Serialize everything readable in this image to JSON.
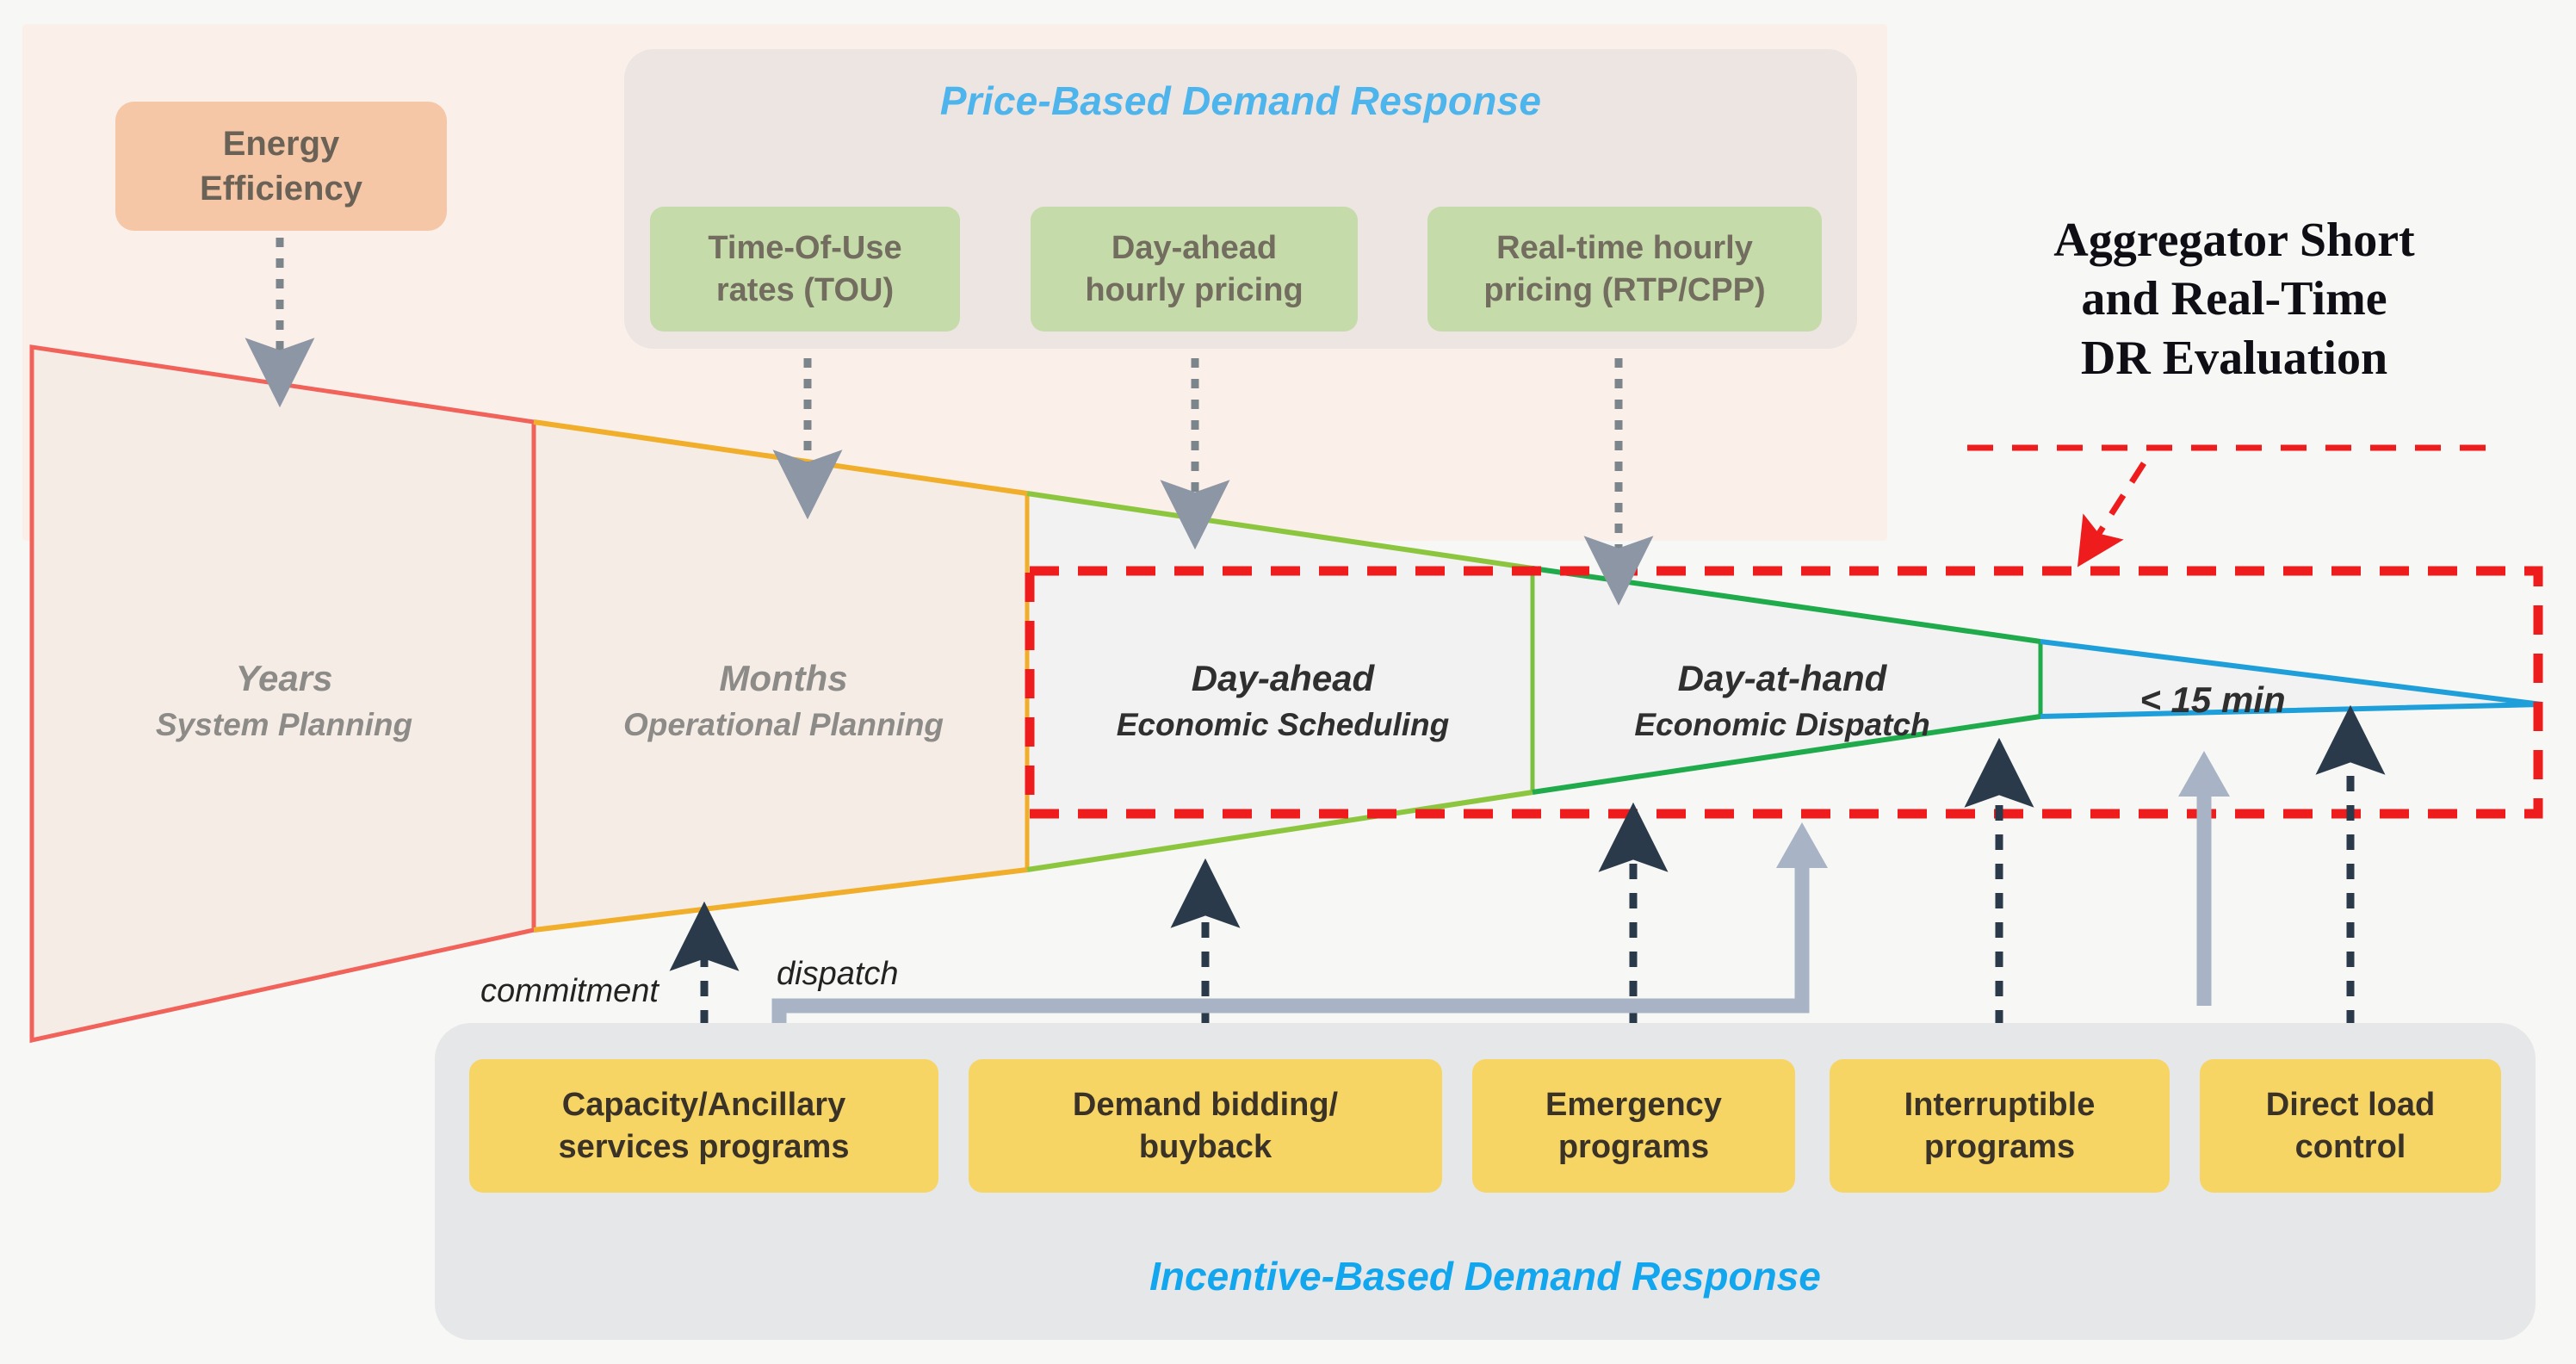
{
  "colors": {
    "accent_blue": "#12a6ef",
    "price_title_blue": "#4db4ec",
    "green_box": "#c5dbaa",
    "yellow_box": "#f6d565",
    "peach_box": "#f5c7a6",
    "funnel_red": "#f0625a",
    "funnel_orange": "#f0ae2b",
    "funnel_lightgreen": "#8cc63f",
    "funnel_green": "#1faa4b",
    "funnel_blue": "#1f9fd9",
    "highlight_red": "#ee1c1c",
    "arrow_grey": "#2b3a4a",
    "thick_arrow_grey": "#a8b4c6"
  },
  "energy_efficiency": {
    "label": "Energy\nEfficiency",
    "line1": "Energy",
    "line2": "Efficiency"
  },
  "price_based": {
    "title": "Price-Based Demand Response",
    "items": [
      {
        "line1": "Time-Of-Use",
        "line2": "rates (TOU)"
      },
      {
        "line1": "Day-ahead",
        "line2": "hourly pricing"
      },
      {
        "line1": "Real-time hourly",
        "line2": "pricing (RTP/CPP)"
      }
    ]
  },
  "incentive_based": {
    "title": "Incentive-Based Demand Response",
    "items": [
      {
        "line1": "Capacity/Ancillary",
        "line2": "services programs"
      },
      {
        "line1": "Demand bidding/",
        "line2": "buyback"
      },
      {
        "line1": "Emergency",
        "line2": "programs"
      },
      {
        "line1": "Interruptible",
        "line2": "programs"
      },
      {
        "line1": "Direct load",
        "line2": "control"
      }
    ]
  },
  "funnel": {
    "segments": [
      {
        "title": "Years",
        "subtitle": "System Planning"
      },
      {
        "title": "Months",
        "subtitle": "Operational Planning"
      },
      {
        "title": "Day-ahead",
        "subtitle": "Economic Scheduling"
      },
      {
        "title": "Day-at-hand",
        "subtitle": "Economic Dispatch"
      },
      {
        "title": "< 15 min",
        "subtitle": ""
      }
    ]
  },
  "annotations": {
    "aggregator_note": "Aggregator Short and Real-Time DR Evaluation",
    "aggregator_line1": "Aggregator Short",
    "aggregator_line2": "and Real-Time",
    "aggregator_line3": "DR Evaluation",
    "commitment": "commitment",
    "dispatch": "dispatch"
  }
}
